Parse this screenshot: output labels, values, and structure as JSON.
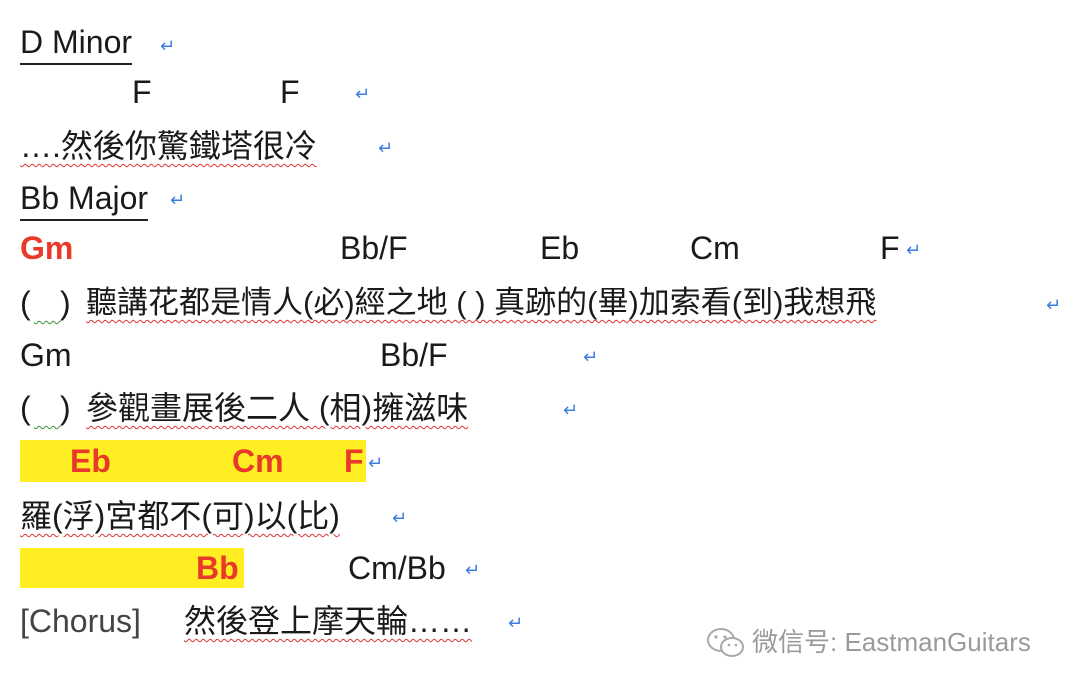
{
  "lines": {
    "l1": {
      "text": "D Minor"
    },
    "l2": {
      "chords": [
        "F",
        "F"
      ]
    },
    "l3": {
      "text": "….然後你驚鐵塔很冷"
    },
    "l4": {
      "text": "Bb Major"
    },
    "l5": {
      "chords": [
        "Gm",
        "Bb/F",
        "Eb",
        "Cm",
        "F"
      ]
    },
    "l6": {
      "blank_open": "(",
      "blank_close": ")",
      "text": "聽講花都是情人(必)經之地 ( ) 真跡的(畢)加索看(到)我想飛"
    },
    "l7": {
      "chords": [
        "Gm",
        "Bb/F"
      ]
    },
    "l8": {
      "blank_open": "(",
      "blank_close": ")",
      "text": "參觀畫展後二人 (相)擁滋味"
    },
    "l9": {
      "chords": [
        "Eb",
        "Cm",
        "F"
      ]
    },
    "l10": {
      "text": "羅(浮)宮都不(可)以(比)"
    },
    "l11": {
      "chords": [
        "Bb",
        "Cm/Bb"
      ]
    },
    "l12": {
      "tag": "[Chorus]",
      "text": "然後登上摩天輪……"
    }
  },
  "return_mark": "↵",
  "watermark": "微信号: EastmanGuitars",
  "colors": {
    "highlight": "#ffee22",
    "chord_red": "#e8392a",
    "mark_blue": "#3b7de0"
  }
}
